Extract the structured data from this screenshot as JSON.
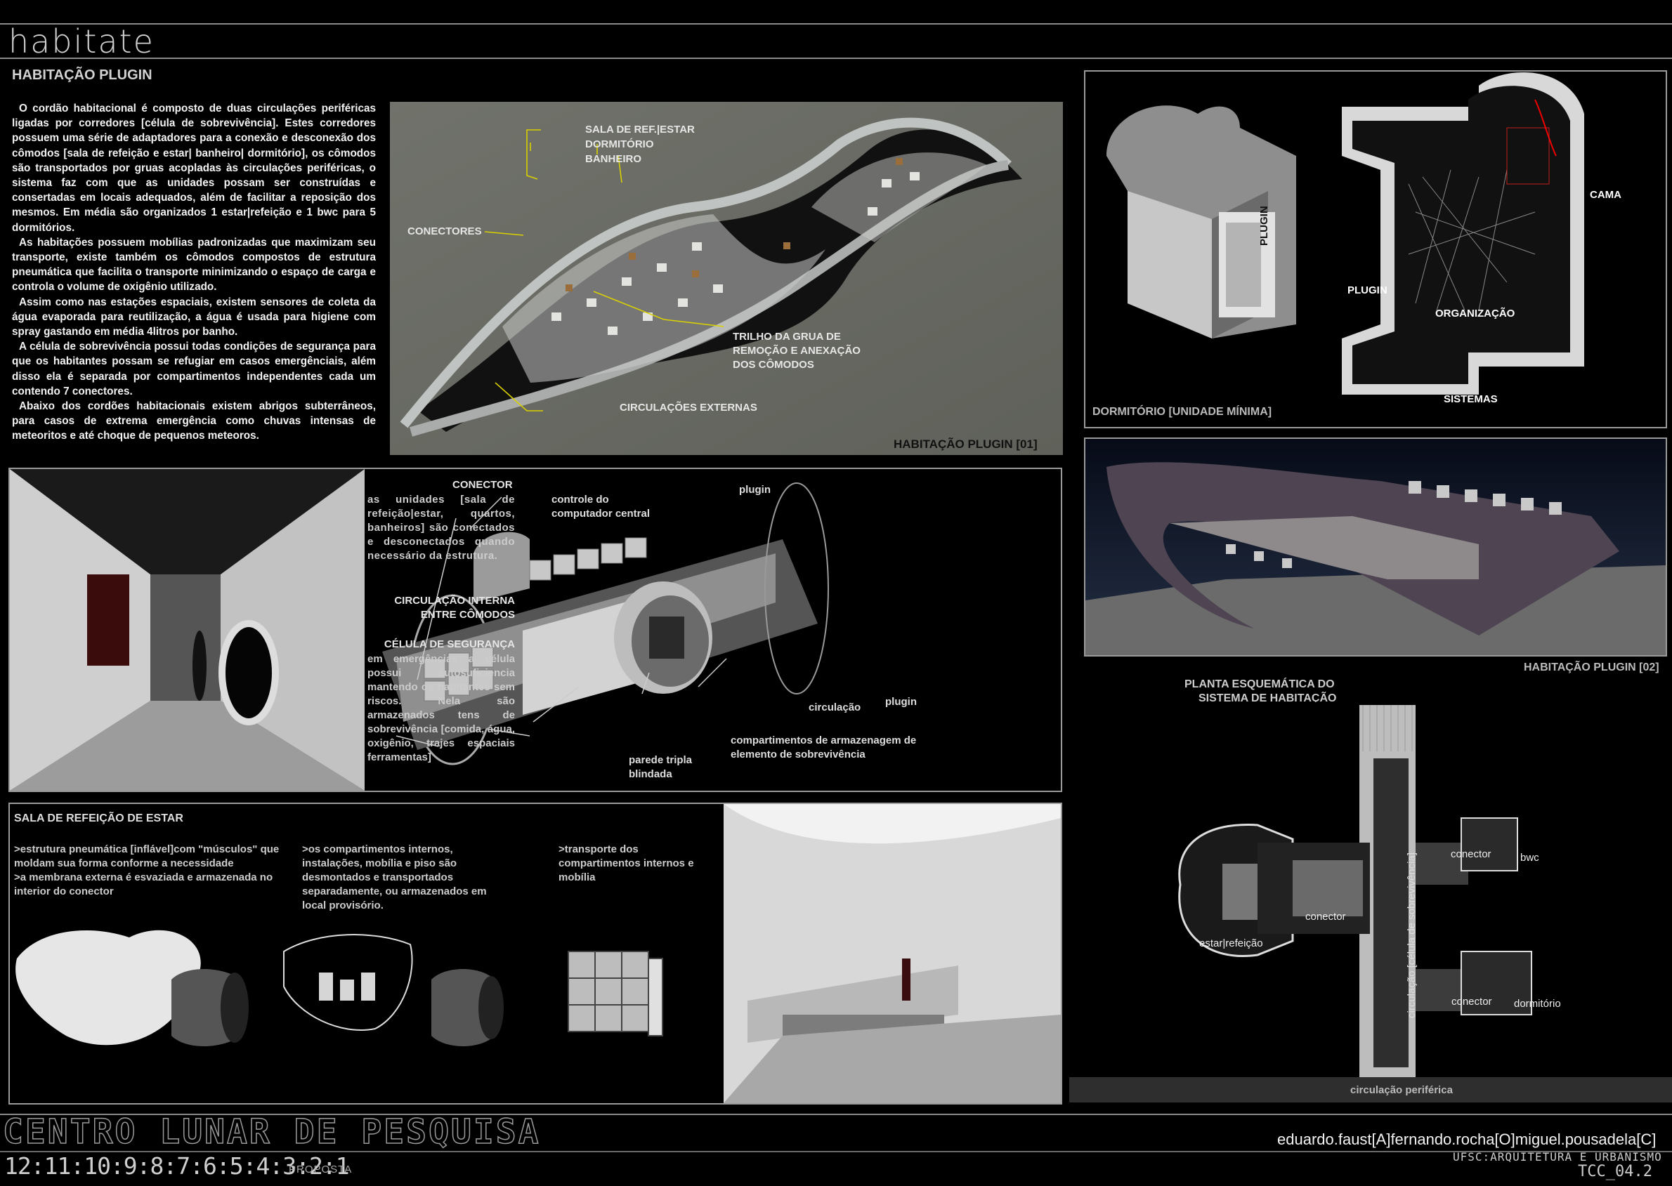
{
  "header": {
    "logo": "habitate",
    "title": "HABITAÇÃO PLUGIN"
  },
  "intro": [
    "O cordão habitacional é composto de duas circulações periféricas ligadas por corredores [célula de sobrevivência]. Estes corredores possuem uma série de adaptadores para a conexão e desconexão dos cômodos [sala de refeição e estar| banheiro| dormitório], os cômodos são transportados por gruas acopladas às circulações periféricas, o sistema faz com que as unidades possam ser construídas e consertadas em locais adequados, além de facilitar a reposição dos mesmos. Em média são organizados 1 estar|refeição e 1 bwc para 5 dormitórios.",
    "As habitações possuem mobílias padronizadas que maximizam seu transporte, existe também os cômodos compostos de estrutura pneumática que facilita o transporte minimizando o espaço de carga e controla o volume de oxigênio utilizado.",
    "Assim como nas estações espaciais, existem sensores de coleta da água evaporada para reutilização, a água é usada para higiene com spray gastando em média 4litros por banho.",
    "A célula de sobrevivência possui todas condições de segurança para que os habitantes possam se refugiar em casos emergênciais, além disso ela é separada por compartimentos independentes cada um contendo 7 conectores.",
    "Abaixo dos cordões habitacionais existem abrigos subterrâneos, para casos de extrema emergência como chuvas intensas de meteoritos e até choque de pequenos meteoros."
  ],
  "plugin01": {
    "labels": {
      "sala": "SALA DE REF.|ESTAR",
      "dormitorio": "DORMITÓRIO",
      "banheiro": "BANHEIRO",
      "conectores": "CONECTORES",
      "trilho": [
        "TRILHO DA GRUA DE",
        "REMOÇÃO E ANEXAÇÃO",
        "DOS CÔMODOS"
      ],
      "circulacoes": "CIRCULAÇÕES EXTERNAS"
    },
    "caption": "HABITAÇÃO PLUGIN [01]"
  },
  "dormitorio": {
    "labels": {
      "plugin_vertical": "PLUGIN",
      "cama": "CAMA",
      "plugin": "PLUGIN",
      "organizacao": "ORGANIZAÇÃO",
      "sistemas": "SISTEMAS"
    },
    "caption": "DORMITÓRIO [UNIDADE MÍNIMA]"
  },
  "conector": {
    "heading1": "CONECTOR",
    "text1": "as unidades [sala de refeição|estar, quartos, banheiros] são conectados e desconectados quando necessário da estrutura.",
    "heading2": "CIRCULAÇÃO INTERNA ENTRE CÔMODOS",
    "heading3": "CÉLULA DE SEGURANÇA",
    "text3": "em emergências a célula possui autosuficiencia mantendo os habitantes sem riscos. Nela são armazenados tens de sobrevivência [comida, água, oxigênio, trajes espaciais ferramentas]",
    "callouts": {
      "controle": "controle do computador central",
      "plugin_top": "plugin",
      "circulacao": "circulação",
      "plugin_right": "plugin",
      "compartimentos": "compartimentos de armazenagem de elemento de sobrevivência",
      "parede": "parede tripla blindada"
    }
  },
  "plugin02": {
    "caption": "HABITAÇÃO PLUGIN [02]"
  },
  "sala": {
    "title": "SALA DE REFEIÇÃO DE ESTAR",
    "col1": ">estrutura pneumática [inflável]com \"músculos\" que moldam sua forma conforme a necessidade\n>a membrana externa é esvaziada e armazenada no interior do conector",
    "col2": ">os compartimentos internos, instalações, mobília e piso são desmontados e transportados separadamente, ou armazenados em local provisório.",
    "col3": ">transporte dos compartimentos internos e mobília"
  },
  "planta": {
    "title": [
      "PLANTA ESQUEMÁTICA DO",
      "SISTEMA DE HABITAÇÃO"
    ],
    "labels": {
      "estar": "estar|refeição",
      "conector1": "conector",
      "conector2": "conector",
      "conector3": "conector",
      "bwc": "bwc",
      "dormitorio": "dormitório",
      "circulacao_cell": "circulação [célula de sobrevivência]",
      "periferica": "circulação periférica"
    }
  },
  "footer": {
    "project": "CENTRO LUNAR DE PESQUISA",
    "countdown": "12:11:10:9:8:7:6:5:4:3:2:1",
    "proposta": "PROPOSTA",
    "authors": "eduardo.faust[A]fernando.rocha[O]miguel.pousadela[C]",
    "school": "UFSC:ARQUITETURA E URBANISMO",
    "code": "TCC_04.2"
  }
}
